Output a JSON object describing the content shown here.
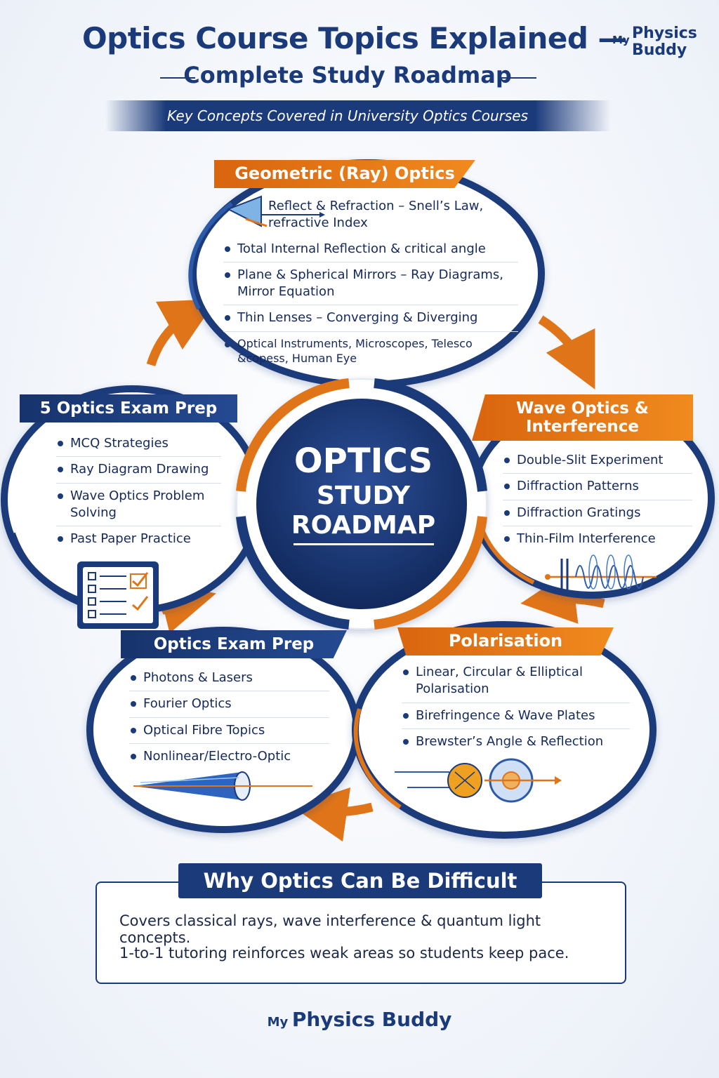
{
  "header": {
    "title_line1": "Optics Course Topics Explained —",
    "title_line2": "Complete Study Roadmap",
    "subtitle": "Key Concepts Covered in University Optics Courses"
  },
  "logo": {
    "my": "My",
    "physics": "Physics",
    "buddy": "Buddy",
    "bottom_name": "Physics Buddy"
  },
  "center": {
    "line1": "OPTICS",
    "line2": "STUDY",
    "line3": "ROADMAP"
  },
  "geometric": {
    "title": "Geometric (Ray) Optics",
    "items": [
      "Reflect & Refraction – Snell’s Law, refractive Index",
      "Total Internal Reflection & critical angle",
      "Plane & Spherical Mirrors – Ray Diagrams, Mirror Equation",
      "Thin Lenses – Converging & Diverging",
      "Optical Instruments, Microscopes, Telesco &copess, Human Eye"
    ]
  },
  "exam_prep_left": {
    "title": "5 Optics Exam Prep",
    "items": [
      "MCQ Strategies",
      "Ray Diagram Drawing",
      "Wave Optics Problem Solving",
      "Past Paper Practice"
    ]
  },
  "wave": {
    "title": "Wave Optics & Interference",
    "items": [
      "Double-Slit Experiment",
      "Diffraction Patterns",
      "Diffraction Gratings",
      "Thin-Film Interference"
    ]
  },
  "exam_prep_bottom": {
    "title": "Optics Exam Prep",
    "items": [
      "Photons & Lasers",
      "Fourier Optics",
      "Optical Fibre Topics",
      "Nonlinear/Electro-Optic"
    ]
  },
  "polarisation": {
    "title": "Polarisation",
    "items": [
      "Linear, Circular & Elliptical Polarisation",
      "Birefringence & Wave Plates",
      "Brewster’s Angle & Reflection"
    ]
  },
  "why": {
    "title": "Why Optics Can Be Difficult",
    "line1": "Covers classical rays, wave interference & quantum light concepts.",
    "line2": "1-to-1 tutoring reinforces weak areas so students keep pace."
  },
  "colors": {
    "navy": "#1b3a7a",
    "orange": "#f08a1e"
  },
  "icons": [
    "prism-icon",
    "clipboard-checklist-icon",
    "wave-interference-icon",
    "fibre-optic-icon",
    "polarisation-icon",
    "cycle-arrow-icon"
  ]
}
